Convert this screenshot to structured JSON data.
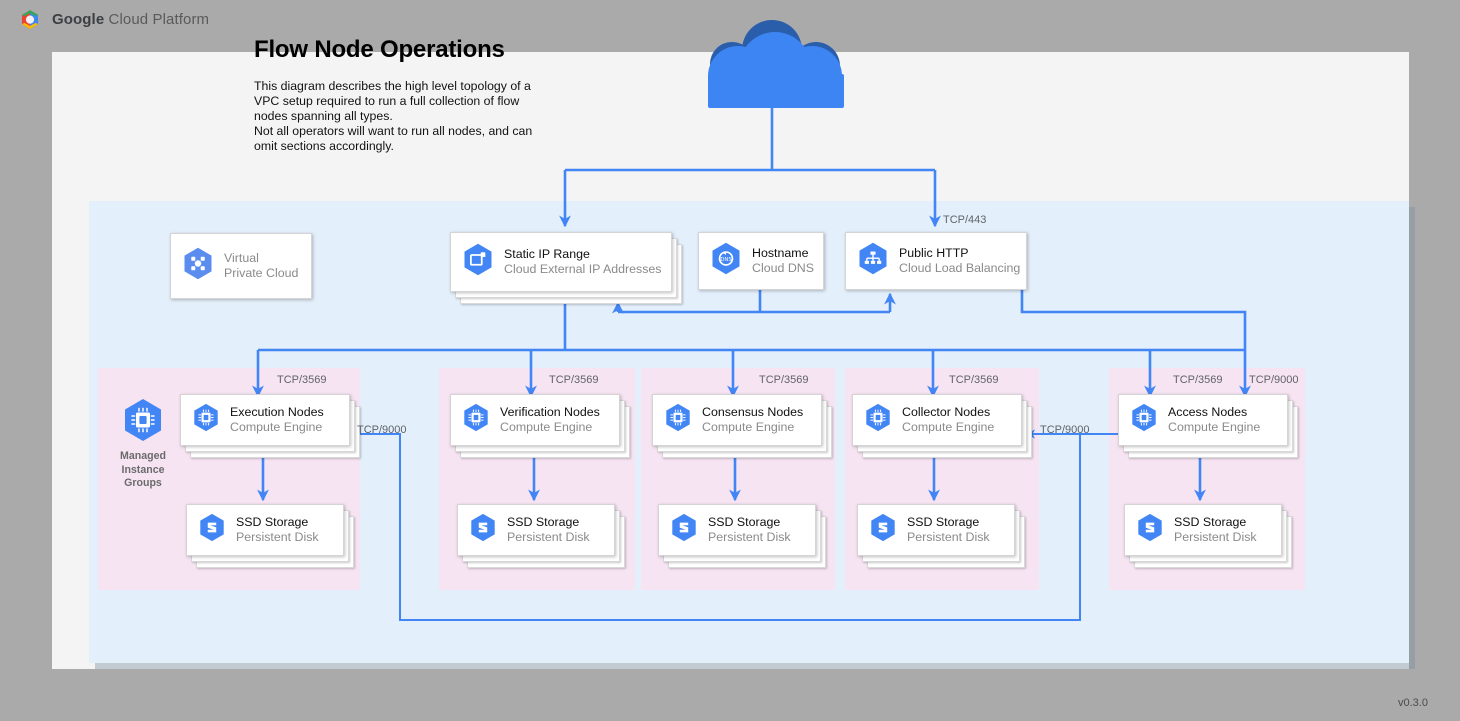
{
  "header": {
    "brand_bold": "Google",
    "brand_rest": " Cloud Platform",
    "logo_icon": "google-cloud-hexagon-logo"
  },
  "page": {
    "title": "Flow Node Operations",
    "description_lines": [
      "This diagram describes the high level topology of a",
      "VPC setup required to run a full collection of flow",
      "nodes spanning all types.",
      "Not all operators will want to run all nodes, and can",
      "omit sections accordingly."
    ],
    "version": "v0.3.0"
  },
  "colors": {
    "page_background": "#aaaaaa",
    "canvas": "#f4f4f4",
    "vpc_region": "#e3effb",
    "group_box": "#f7e4f3",
    "connector": "#4285f4",
    "gcp_blue": "#4285f4",
    "cloud_top": "#2a5eab",
    "card": "#ffffff",
    "muted_text": "#8a8a8a"
  },
  "internet": {
    "icon": "cloud-icon",
    "name": "internet-cloud"
  },
  "top_row": [
    {
      "id": "virtual-private-cloud",
      "title": "Virtual",
      "subtitle": "Private Cloud",
      "icon": "virtual-private-cloud-icon",
      "muted": true,
      "stacked": false
    },
    {
      "id": "static-ip-range",
      "title": "Static IP Range",
      "subtitle": "Cloud External IP Addresses",
      "icon": "cloud-external-ip-addresses-icon",
      "muted": false,
      "stacked": true
    },
    {
      "id": "hostname",
      "title": "Hostname",
      "subtitle": "Cloud DNS",
      "icon": "cloud-dns-icon",
      "muted": false,
      "stacked": false
    },
    {
      "id": "public-http",
      "title": "Public HTTP",
      "subtitle": "Cloud Load Balancing",
      "icon": "cloud-load-balancing-icon",
      "muted": false,
      "stacked": false
    }
  ],
  "managed_instance_groups": {
    "icon": "compute-engine-icon",
    "label_lines": [
      "Managed",
      "Instance",
      "Groups"
    ]
  },
  "node_groups": [
    {
      "id": "execution",
      "node": {
        "title": "Execution Nodes",
        "subtitle": "Compute Engine",
        "icon": "compute-engine-icon"
      },
      "storage": {
        "title": "SSD Storage",
        "subtitle": "Persistent Disk",
        "icon": "persistent-disk-icon"
      },
      "inbound_port": "TCP/3569"
    },
    {
      "id": "verification",
      "node": {
        "title": "Verification Nodes",
        "subtitle": "Compute Engine",
        "icon": "compute-engine-icon"
      },
      "storage": {
        "title": "SSD Storage",
        "subtitle": "Persistent Disk",
        "icon": "persistent-disk-icon"
      },
      "inbound_port": "TCP/3569"
    },
    {
      "id": "consensus",
      "node": {
        "title": "Consensus Nodes",
        "subtitle": "Compute Engine",
        "icon": "compute-engine-icon"
      },
      "storage": {
        "title": "SSD Storage",
        "subtitle": "Persistent Disk",
        "icon": "persistent-disk-icon"
      },
      "inbound_port": "TCP/3569"
    },
    {
      "id": "collector",
      "node": {
        "title": "Collector Nodes",
        "subtitle": "Compute Engine",
        "icon": "compute-engine-icon"
      },
      "storage": {
        "title": "SSD Storage",
        "subtitle": "Persistent Disk",
        "icon": "persistent-disk-icon"
      },
      "inbound_port": "TCP/3569"
    },
    {
      "id": "access",
      "node": {
        "title": "Access Nodes",
        "subtitle": "Compute Engine",
        "icon": "compute-engine-icon"
      },
      "storage": {
        "title": "SSD Storage",
        "subtitle": "Persistent Disk",
        "icon": "persistent-disk-icon"
      },
      "inbound_port": "TCP/3569",
      "inbound_port_2": "TCP/9000"
    }
  ],
  "edge_labels": {
    "internet_to_lb": "TCP/443",
    "access_to_execution": "TCP/9000",
    "access_to_collector": "TCP/9000"
  }
}
